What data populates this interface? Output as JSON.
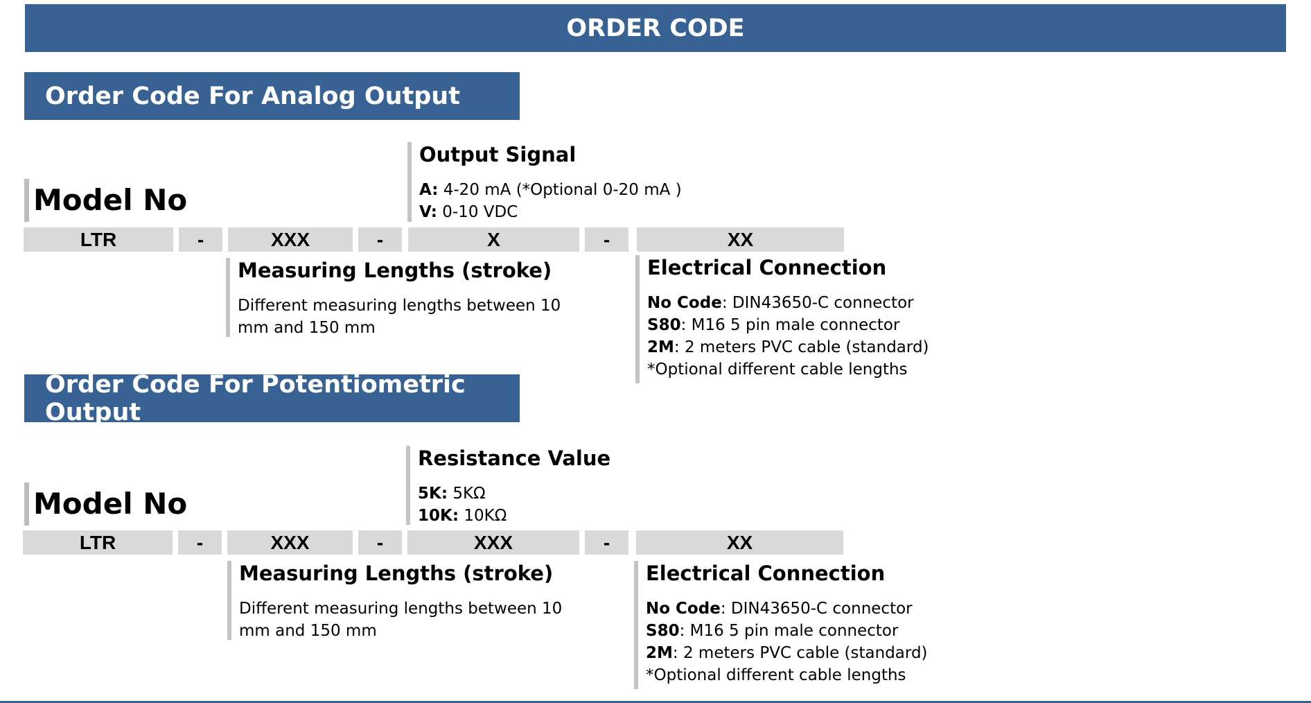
{
  "header": {
    "title": "ORDER CODE"
  },
  "sections": [
    {
      "title": "Order Code For Analog Output",
      "model_label": "Model No",
      "codes": [
        "LTR",
        "-",
        "XXX",
        "-",
        "X",
        "-",
        "XX"
      ],
      "top_spec": {
        "title": "Output Signal",
        "lines": [
          {
            "key": "A:",
            "text": " 4-20 mA   (*Optional 0-20 mA )"
          },
          {
            "key": "V:",
            "text": " 0-10 VDC"
          }
        ]
      },
      "length_spec": {
        "title": "Measuring Lengths (stroke)",
        "lines": [
          {
            "key": "",
            "text": "Different measuring lengths between 10"
          },
          {
            "key": "",
            "text": "mm and 150 mm"
          }
        ]
      },
      "electrical_spec": {
        "title": "Electrical Connection",
        "lines": [
          {
            "key": "No Code",
            "text": ": DIN43650-C connector"
          },
          {
            "key": "S80",
            "text": ": M16 5 pin male connector"
          },
          {
            "key": "2M",
            "text": ": 2 meters PVC cable (standard)"
          },
          {
            "key": "",
            "text": "*Optional different cable lengths"
          }
        ]
      }
    },
    {
      "title": "Order Code For Potentiometric Output",
      "model_label": "Model No",
      "codes": [
        "LTR",
        "-",
        "XXX",
        "-",
        "XXX",
        "-",
        "XX"
      ],
      "top_spec": {
        "title": "Resistance Value",
        "lines": [
          {
            "key": "5K:",
            "text": " 5KΩ"
          },
          {
            "key": "10K:",
            "text": " 10KΩ"
          }
        ]
      },
      "length_spec": {
        "title": "Measuring Lengths (stroke)",
        "lines": [
          {
            "key": "",
            "text": "Different measuring lengths between 10"
          },
          {
            "key": "",
            "text": "mm and 150 mm"
          }
        ]
      },
      "electrical_spec": {
        "title": "Electrical Connection",
        "lines": [
          {
            "key": "No Code",
            "text": ": DIN43650-C connector"
          },
          {
            "key": "S80",
            "text": ": M16 5 pin male connector"
          },
          {
            "key": "2M",
            "text": ": 2 meters PVC cable (standard)"
          },
          {
            "key": "",
            "text": "*Optional different cable lengths"
          }
        ]
      }
    }
  ],
  "colors": {
    "banner": "#386293",
    "code_cell": "#d9d9d9",
    "bracket": "#c4c4c4"
  }
}
